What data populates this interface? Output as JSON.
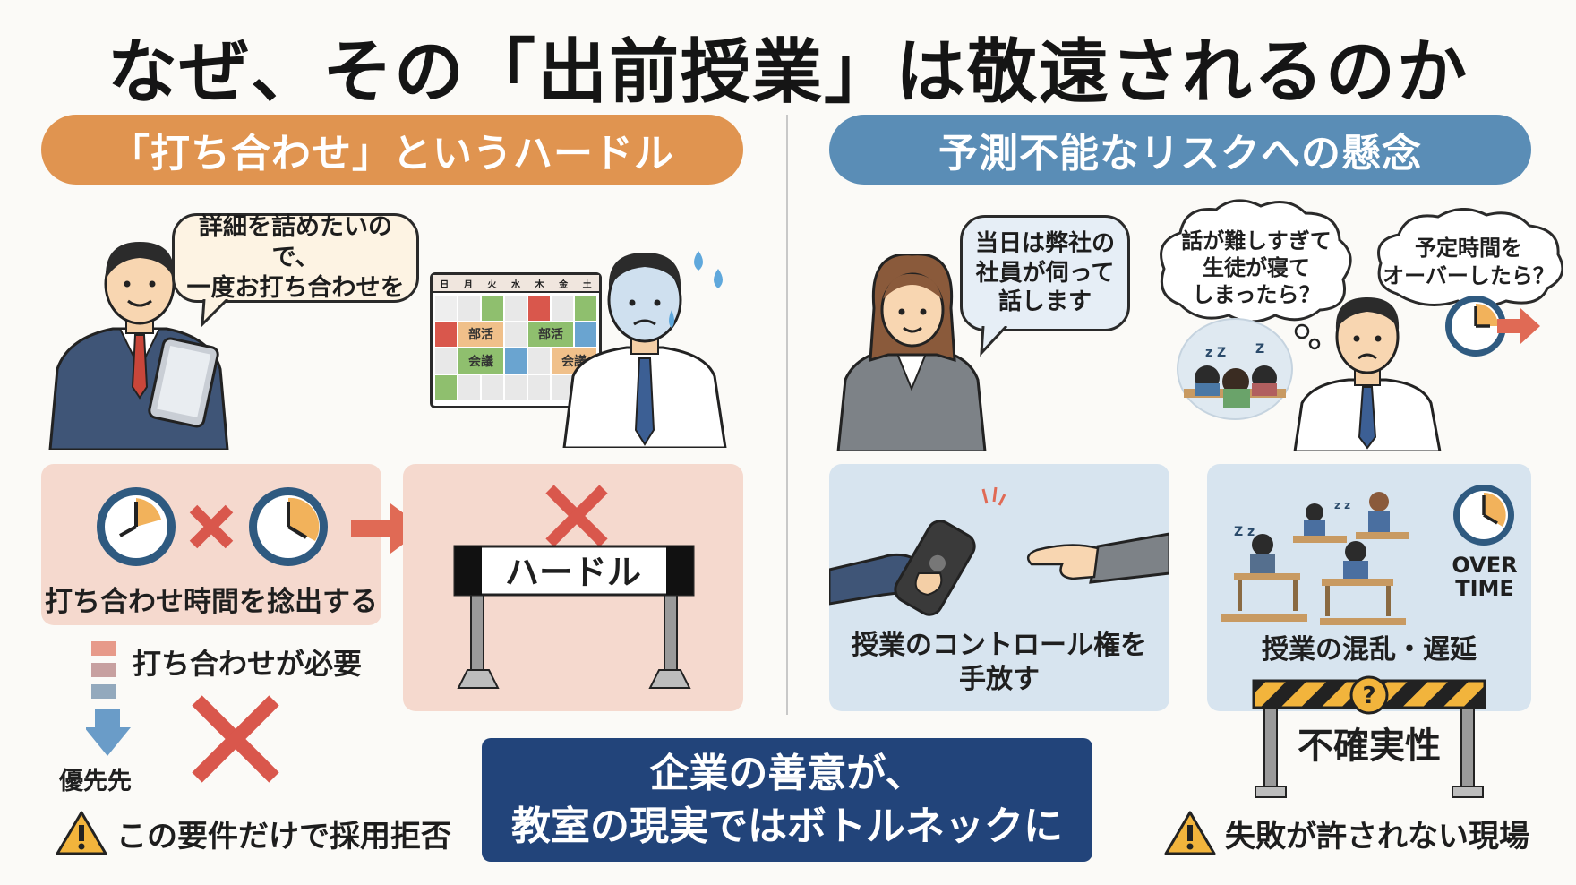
{
  "title": "なぜ、その「出前授業」は敬遠されるのか",
  "left": {
    "header": "「打ち合わせ」というハードル",
    "bubble": {
      "line1": "詳細を詰めたいので、",
      "line2": "一度お打ち合わせを"
    },
    "calendar": {
      "days": [
        "日",
        "月",
        "火",
        "水",
        "木",
        "金",
        "土"
      ],
      "cells": [
        "部活",
        "部活",
        "会議",
        "会議"
      ]
    },
    "panel1_label": "打ち合わせ時間を捻出する",
    "hurdle_label": "ハードル",
    "need_label": "打ち合わせが必要",
    "priority_label": "優先先",
    "warning": "この要件だけで採用拒否"
  },
  "right": {
    "header": "予測不能なリスクへの懸念",
    "bubble_woman": {
      "line1": "当日は弊社の",
      "line2": "社員が伺って",
      "line3": "話します"
    },
    "thought1": {
      "line1": "話が難しすぎて",
      "line2": "生徒が寝て",
      "line3": "しまったら？"
    },
    "thought2": {
      "line1": "予定時間を",
      "line2": "オーバーしたら？"
    },
    "panel1_label": {
      "line1": "授業のコントロール権を",
      "line2": "手放す"
    },
    "panel2_label": "授業の混乱・遅延",
    "overtime": {
      "line1": "OVER",
      "line2": "TIME"
    },
    "uncertainty": "不確実性",
    "warning": "失敗が許されない現場"
  },
  "banner": {
    "line1": "企業の善意が、",
    "line2": "教室の現実ではボトルネックに"
  },
  "colors": {
    "orange_header": "#e09450",
    "blue_header": "#5a8db6",
    "banner": "#22447a",
    "cross": "#d9574c",
    "pink_panel": "#f5d9ce",
    "blue_panel": "#d7e4ef"
  }
}
